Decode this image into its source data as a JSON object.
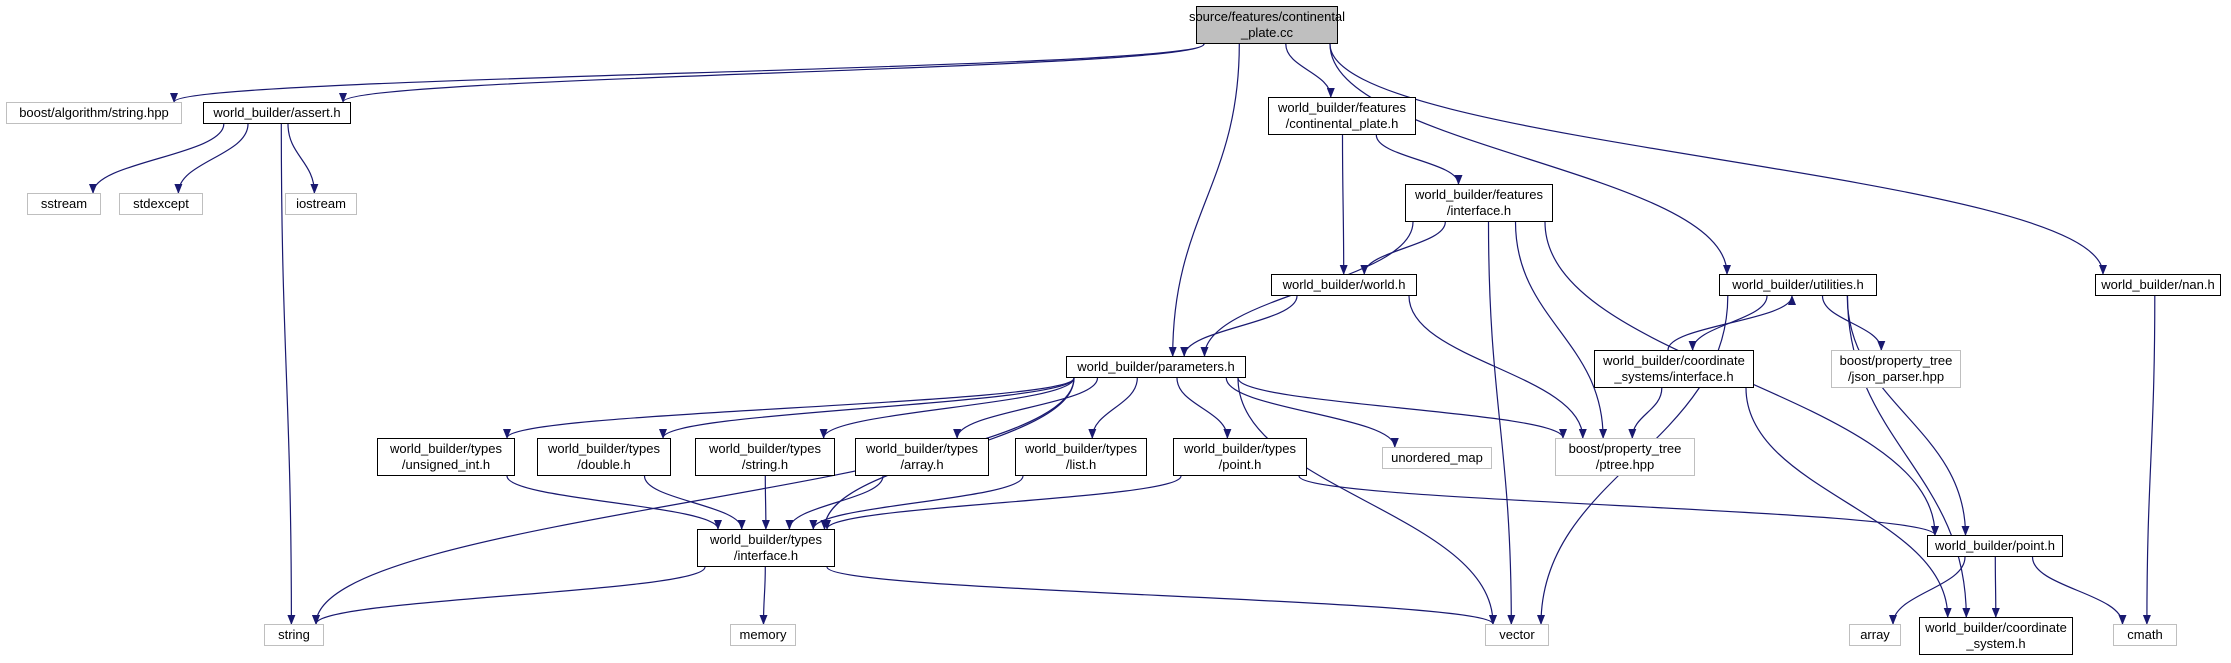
{
  "diagram": {
    "edge_color": "#191970",
    "root_fill": "#bfbfbf",
    "external_border": "#bfbfbf",
    "nodes": [
      {
        "id": "root",
        "kind": "root",
        "lines": [
          "source/features/continental",
          "_plate.cc"
        ]
      },
      {
        "id": "boost_string",
        "kind": "external",
        "lines": [
          "boost/algorithm/string.hpp"
        ]
      },
      {
        "id": "assert",
        "kind": "internal",
        "lines": [
          "world_builder/assert.h"
        ]
      },
      {
        "id": "sstream",
        "kind": "external",
        "lines": [
          "sstream"
        ]
      },
      {
        "id": "stdexcept",
        "kind": "external",
        "lines": [
          "stdexcept"
        ]
      },
      {
        "id": "iostream",
        "kind": "external",
        "lines": [
          "iostream"
        ]
      },
      {
        "id": "cont_plate_h",
        "kind": "internal",
        "lines": [
          "world_builder/features",
          "/continental_plate.h"
        ]
      },
      {
        "id": "feat_interface",
        "kind": "internal",
        "lines": [
          "world_builder/features",
          "/interface.h"
        ]
      },
      {
        "id": "world",
        "kind": "internal",
        "lines": [
          "world_builder/world.h"
        ]
      },
      {
        "id": "utilities",
        "kind": "internal",
        "lines": [
          "world_builder/utilities.h"
        ]
      },
      {
        "id": "nan",
        "kind": "internal",
        "lines": [
          "world_builder/nan.h"
        ]
      },
      {
        "id": "coord_sys_interface",
        "kind": "internal",
        "lines": [
          "world_builder/coordinate",
          "_systems/interface.h"
        ]
      },
      {
        "id": "json_parser",
        "kind": "external",
        "lines": [
          "boost/property_tree",
          "/json_parser.hpp"
        ]
      },
      {
        "id": "parameters",
        "kind": "internal",
        "lines": [
          "world_builder/parameters.h"
        ]
      },
      {
        "id": "t_uint",
        "kind": "internal",
        "lines": [
          "world_builder/types",
          "/unsigned_int.h"
        ]
      },
      {
        "id": "t_double",
        "kind": "internal",
        "lines": [
          "world_builder/types",
          "/double.h"
        ]
      },
      {
        "id": "t_string",
        "kind": "internal",
        "lines": [
          "world_builder/types",
          "/string.h"
        ]
      },
      {
        "id": "t_array",
        "kind": "internal",
        "lines": [
          "world_builder/types",
          "/array.h"
        ]
      },
      {
        "id": "t_list",
        "kind": "internal",
        "lines": [
          "world_builder/types",
          "/list.h"
        ]
      },
      {
        "id": "t_point",
        "kind": "internal",
        "lines": [
          "world_builder/types",
          "/point.h"
        ]
      },
      {
        "id": "unordered_map",
        "kind": "external",
        "lines": [
          "unordered_map"
        ]
      },
      {
        "id": "ptree",
        "kind": "external",
        "lines": [
          "boost/property_tree",
          "/ptree.hpp"
        ]
      },
      {
        "id": "t_interface",
        "kind": "internal",
        "lines": [
          "world_builder/types",
          "/interface.h"
        ]
      },
      {
        "id": "point",
        "kind": "internal",
        "lines": [
          "world_builder/point.h"
        ]
      },
      {
        "id": "string",
        "kind": "external",
        "lines": [
          "string"
        ]
      },
      {
        "id": "memory",
        "kind": "external",
        "lines": [
          "memory"
        ]
      },
      {
        "id": "vector",
        "kind": "external",
        "lines": [
          "vector"
        ]
      },
      {
        "id": "array",
        "kind": "external",
        "lines": [
          "array"
        ]
      },
      {
        "id": "coord_system",
        "kind": "internal",
        "lines": [
          "world_builder/coordinate",
          "_system.h"
        ]
      },
      {
        "id": "cmath",
        "kind": "external",
        "lines": [
          "cmath"
        ]
      }
    ],
    "edges": [
      [
        "root",
        "boost_string"
      ],
      [
        "root",
        "assert"
      ],
      [
        "root",
        "cont_plate_h"
      ],
      [
        "root",
        "parameters"
      ],
      [
        "root",
        "utilities"
      ],
      [
        "root",
        "nan"
      ],
      [
        "assert",
        "sstream"
      ],
      [
        "assert",
        "stdexcept"
      ],
      [
        "assert",
        "iostream"
      ],
      [
        "assert",
        "string"
      ],
      [
        "cont_plate_h",
        "feat_interface"
      ],
      [
        "cont_plate_h",
        "world"
      ],
      [
        "feat_interface",
        "world"
      ],
      [
        "feat_interface",
        "parameters"
      ],
      [
        "feat_interface",
        "ptree"
      ],
      [
        "feat_interface",
        "vector"
      ],
      [
        "feat_interface",
        "point"
      ],
      [
        "world",
        "parameters"
      ],
      [
        "world",
        "ptree"
      ],
      [
        "utilities",
        "coord_sys_interface"
      ],
      [
        "coord_sys_interface",
        "utilities"
      ],
      [
        "utilities",
        "json_parser"
      ],
      [
        "utilities",
        "point"
      ],
      [
        "utilities",
        "vector"
      ],
      [
        "utilities",
        "coord_system"
      ],
      [
        "nan",
        "cmath"
      ],
      [
        "coord_sys_interface",
        "ptree"
      ],
      [
        "coord_sys_interface",
        "coord_system"
      ],
      [
        "parameters",
        "string"
      ],
      [
        "parameters",
        "t_uint"
      ],
      [
        "parameters",
        "t_double"
      ],
      [
        "parameters",
        "t_string"
      ],
      [
        "parameters",
        "t_array"
      ],
      [
        "parameters",
        "t_list"
      ],
      [
        "parameters",
        "t_point"
      ],
      [
        "parameters",
        "unordered_map"
      ],
      [
        "parameters",
        "ptree"
      ],
      [
        "parameters",
        "t_interface"
      ],
      [
        "parameters",
        "vector"
      ],
      [
        "t_uint",
        "t_interface"
      ],
      [
        "t_double",
        "t_interface"
      ],
      [
        "t_string",
        "t_interface"
      ],
      [
        "t_array",
        "t_interface"
      ],
      [
        "t_list",
        "t_interface"
      ],
      [
        "t_point",
        "t_interface"
      ],
      [
        "t_point",
        "point"
      ],
      [
        "t_interface",
        "string"
      ],
      [
        "t_interface",
        "memory"
      ],
      [
        "t_interface",
        "vector"
      ],
      [
        "point",
        "array"
      ],
      [
        "point",
        "coord_system"
      ],
      [
        "point",
        "cmath"
      ]
    ]
  }
}
